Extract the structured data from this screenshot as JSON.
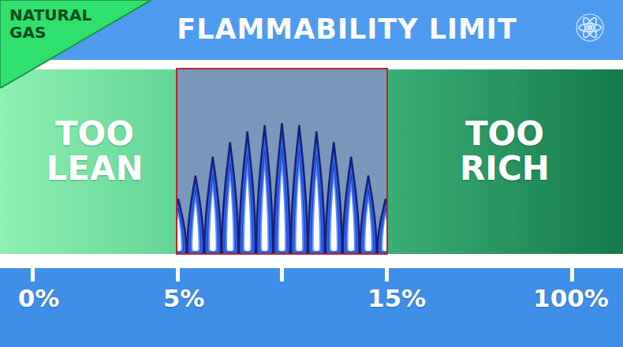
{
  "diagram": {
    "title": "FLAMMABILITY LIMIT",
    "nodes": [
      {
        "text": [
          "NATURAL GAS"
        ]
      }
    ],
    "labels": [
      "TOO LEAN",
      "TOO RICH",
      "0%",
      "5%",
      "15%",
      "100%"
    ]
  }
}
